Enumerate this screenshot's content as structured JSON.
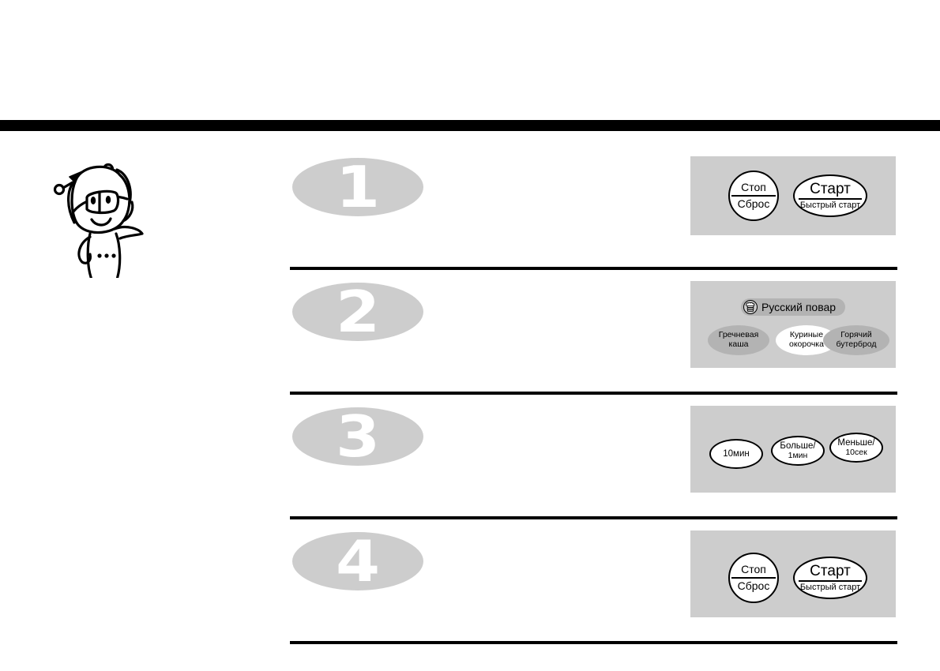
{
  "page": {
    "title_bar_color": "#000000",
    "background": "#ffffff",
    "panel_color": "#cdcdcd",
    "numeral_color": "#ffffff",
    "menu_dim_color": "#b3b3b3",
    "menu_selected_color": "#ffffff"
  },
  "mascot": {
    "name": "cartoon-robot-character"
  },
  "steps": [
    {
      "numeral": "1",
      "panel": {
        "kind": "stop-start",
        "stop_button": {
          "line1": "Стоп",
          "line2": "Сброс"
        },
        "start_button": {
          "line1": "Старт",
          "line2": "Быстрый старт"
        }
      }
    },
    {
      "numeral": "2",
      "panel": {
        "kind": "russian-cook",
        "chef_bar": {
          "icon": "chef-hat-icon",
          "label": "Русский повар"
        },
        "menu_options": [
          {
            "line1": "Гречневая",
            "line2": "каша",
            "selected": false
          },
          {
            "line1": "Куриные",
            "line2": "окорочка",
            "selected": true
          },
          {
            "line1": "Горячий",
            "line2": "бутерброд",
            "selected": false
          }
        ]
      }
    },
    {
      "numeral": "3",
      "panel": {
        "kind": "time-buttons",
        "time_buttons": [
          {
            "line1": "10мин",
            "line2": ""
          },
          {
            "line1": "Больше/",
            "line2": "1мин"
          },
          {
            "line1": "Меньше/",
            "line2": "10сек"
          }
        ]
      }
    },
    {
      "numeral": "4",
      "panel": {
        "kind": "stop-start",
        "stop_button": {
          "line1": "Стоп",
          "line2": "Сброс"
        },
        "start_button": {
          "line1": "Старт",
          "line2": "Быстрый старт"
        }
      }
    }
  ]
}
